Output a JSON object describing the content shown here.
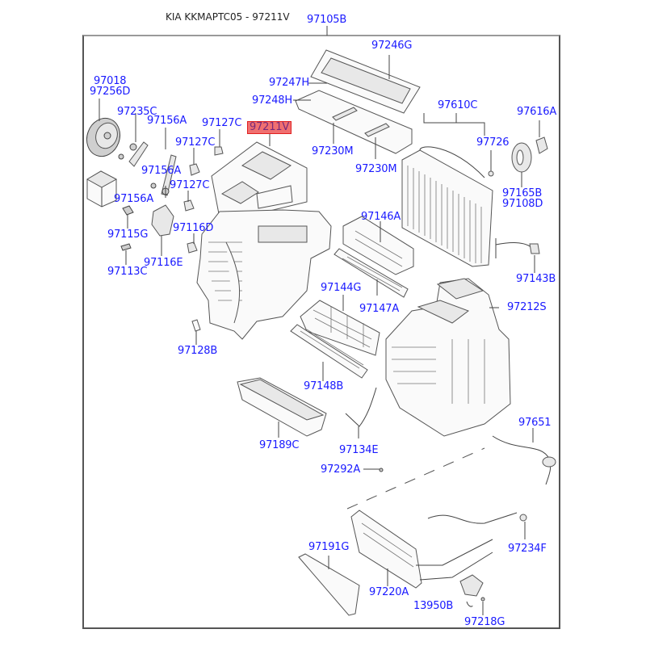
{
  "header": {
    "title": "KIA KKMAPTC05 - 97211V",
    "top_label": "97105B"
  },
  "highlight_color": "#f07070",
  "label_color": "#1a1aff",
  "parts": [
    {
      "id": "97018",
      "highlighted": false
    },
    {
      "id": "97256D",
      "highlighted": false
    },
    {
      "id": "97235C",
      "highlighted": false
    },
    {
      "id": "97156A",
      "highlighted": false
    },
    {
      "id": "97127C",
      "highlighted": false
    },
    {
      "id": "97211V",
      "highlighted": true
    },
    {
      "id": "97127C",
      "highlighted": false
    },
    {
      "id": "97156A",
      "highlighted": false
    },
    {
      "id": "97127C",
      "highlighted": false
    },
    {
      "id": "97156A",
      "highlighted": false
    },
    {
      "id": "97116D",
      "highlighted": false
    },
    {
      "id": "97115G",
      "highlighted": false
    },
    {
      "id": "97116E",
      "highlighted": false
    },
    {
      "id": "97113C",
      "highlighted": false
    },
    {
      "id": "97128B",
      "highlighted": false
    },
    {
      "id": "97246G",
      "highlighted": false
    },
    {
      "id": "97247H",
      "highlighted": false
    },
    {
      "id": "97248H",
      "highlighted": false
    },
    {
      "id": "97230M",
      "highlighted": false
    },
    {
      "id": "97230M",
      "highlighted": false
    },
    {
      "id": "97610C",
      "highlighted": false
    },
    {
      "id": "97616A",
      "highlighted": false
    },
    {
      "id": "97726",
      "highlighted": false
    },
    {
      "id": "97165B",
      "highlighted": false
    },
    {
      "id": "97108D",
      "highlighted": false
    },
    {
      "id": "97146A",
      "highlighted": false
    },
    {
      "id": "97143B",
      "highlighted": false
    },
    {
      "id": "97144G",
      "highlighted": false
    },
    {
      "id": "97147A",
      "highlighted": false
    },
    {
      "id": "97212S",
      "highlighted": false
    },
    {
      "id": "97148B",
      "highlighted": false
    },
    {
      "id": "97189C",
      "highlighted": false
    },
    {
      "id": "97134E",
      "highlighted": false
    },
    {
      "id": "97651",
      "highlighted": false
    },
    {
      "id": "97292A",
      "highlighted": false
    },
    {
      "id": "97191G",
      "highlighted": false
    },
    {
      "id": "97220A",
      "highlighted": false
    },
    {
      "id": "97234F",
      "highlighted": false
    },
    {
      "id": "13950B",
      "highlighted": false
    },
    {
      "id": "97218G",
      "highlighted": false
    }
  ]
}
